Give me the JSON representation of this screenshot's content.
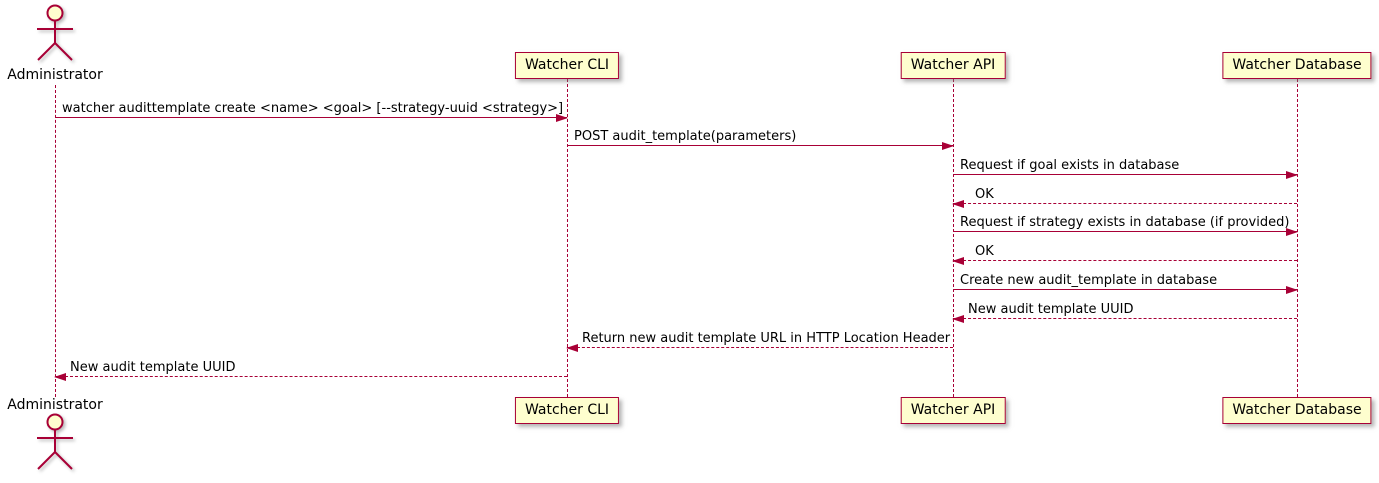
{
  "diagram_type": "uml-sequence-diagram",
  "colors": {
    "line": "#A80036",
    "participant_fill": "#FEFECE",
    "text": "#000000"
  },
  "actor": {
    "label": "Administrator"
  },
  "participants": [
    {
      "id": "cli",
      "label": "Watcher CLI"
    },
    {
      "id": "api",
      "label": "Watcher API"
    },
    {
      "id": "db",
      "label": "Watcher Database"
    }
  ],
  "messages": [
    {
      "from": "Administrator",
      "to": "Watcher CLI",
      "style": "solid",
      "label": "watcher audittemplate create <name> <goal> [--strategy-uuid <strategy>]"
    },
    {
      "from": "Watcher CLI",
      "to": "Watcher API",
      "style": "solid",
      "label": "POST audit_template(parameters)"
    },
    {
      "from": "Watcher API",
      "to": "Watcher Database",
      "style": "solid",
      "label": "Request if goal exists in database"
    },
    {
      "from": "Watcher Database",
      "to": "Watcher API",
      "style": "dashed",
      "label": "OK"
    },
    {
      "from": "Watcher API",
      "to": "Watcher Database",
      "style": "solid",
      "label": "Request if strategy exists in database (if provided)"
    },
    {
      "from": "Watcher Database",
      "to": "Watcher API",
      "style": "dashed",
      "label": "OK"
    },
    {
      "from": "Watcher API",
      "to": "Watcher Database",
      "style": "solid",
      "label": "Create new audit_template in database"
    },
    {
      "from": "Watcher Database",
      "to": "Watcher API",
      "style": "dashed",
      "label": "New audit template UUID"
    },
    {
      "from": "Watcher API",
      "to": "Watcher CLI",
      "style": "dashed",
      "label": "Return new audit template URL in HTTP Location Header"
    },
    {
      "from": "Watcher CLI",
      "to": "Administrator",
      "style": "dashed",
      "label": "New audit template UUID"
    }
  ]
}
